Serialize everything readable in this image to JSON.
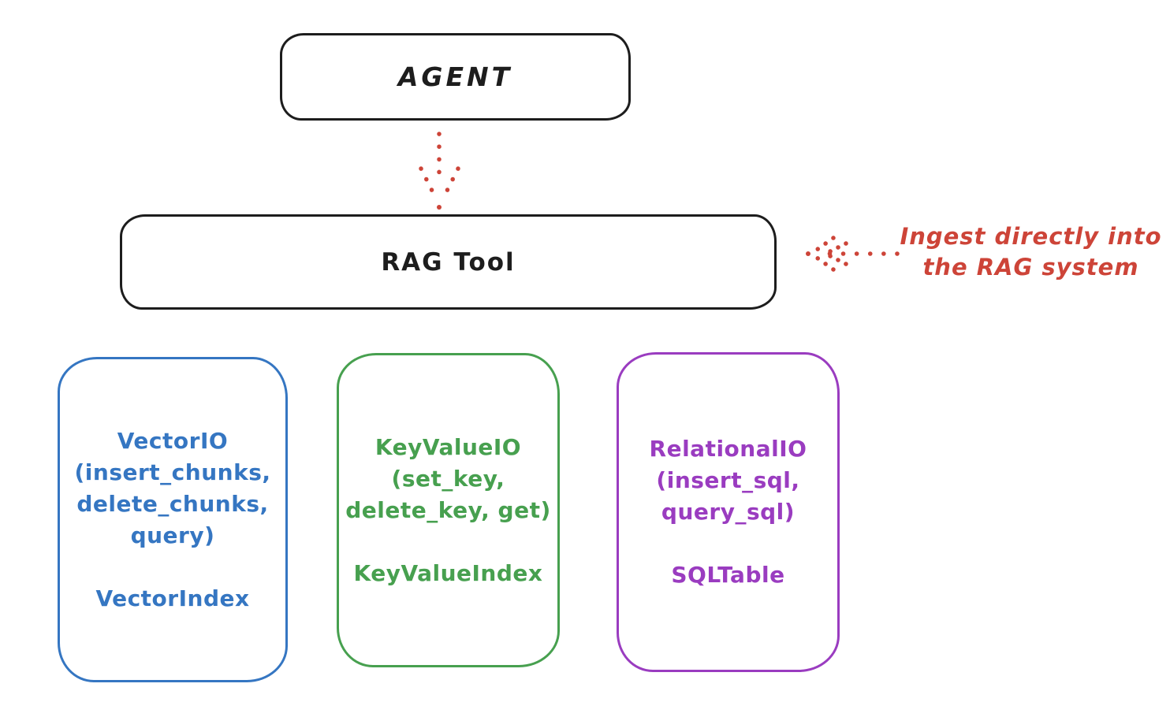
{
  "canvas": {
    "background": "#ffffff",
    "ink": "#1d1d1d",
    "accent_red": "#cd4438"
  },
  "agent_box": {
    "label": "AGENT"
  },
  "rag_tool_box": {
    "label": "RAG Tool"
  },
  "annotation": {
    "line1": "Ingest directly into",
    "line2": "the RAG system"
  },
  "arrows": [
    {
      "name": "agent-to-rag-tool",
      "style": "dotted",
      "direction": "down"
    },
    {
      "name": "ingest-into-rag",
      "style": "dotted",
      "direction": "left"
    }
  ],
  "io_boxes": [
    {
      "id": "vector-io",
      "color": "#3576c2",
      "title_lines": [
        "VectorIO",
        "(insert_chunks,",
        "delete_chunks,",
        "query)"
      ],
      "index_label": "VectorIndex"
    },
    {
      "id": "keyvalue-io",
      "color": "#47a04f",
      "title_lines": [
        "KeyValueIO",
        "(set_key,",
        "delete_key, get)"
      ],
      "index_label": "KeyValueIndex"
    },
    {
      "id": "relational-io",
      "color": "#9a3cc0",
      "title_lines": [
        "RelationalIO",
        "(insert_sql,",
        "query_sql)"
      ],
      "index_label": "SQLTable"
    }
  ]
}
